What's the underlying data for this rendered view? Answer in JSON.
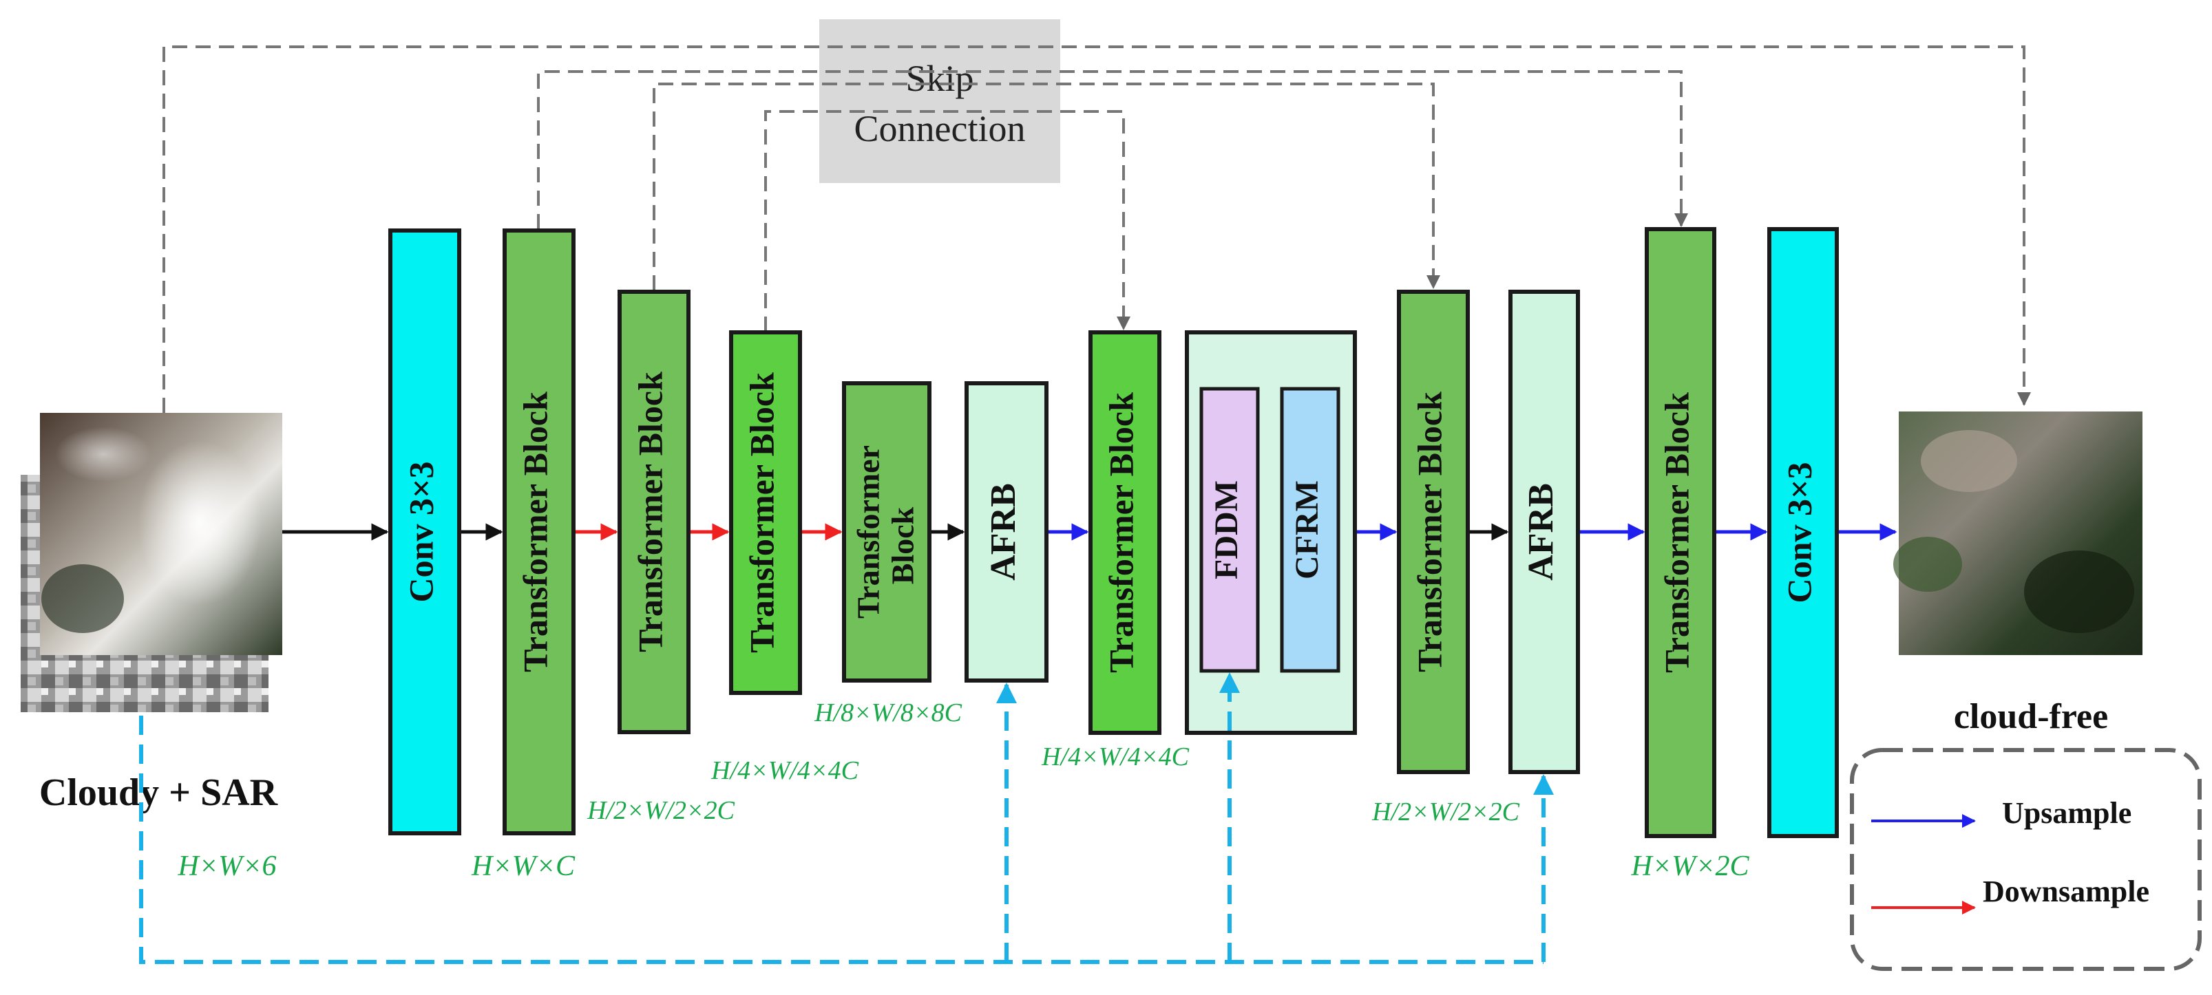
{
  "skip": {
    "line1": "Skip",
    "line2": "Connection"
  },
  "blocks": {
    "conv_in": "Conv 3×3",
    "tb1": "Transformer Block",
    "tb2": "Transformer Block",
    "tb3": "Transformer Block",
    "tb4_line1": "Transformer",
    "tb4_line2": "Block",
    "afrb1": "AFRB",
    "tb5": "Transformer Block",
    "fddm": "FDDM",
    "cfrm": "CFRM",
    "tb6": "Transformer Block",
    "afrb2": "AFRB",
    "tb7": "Transformer Block",
    "conv_out": "Conv 3×3"
  },
  "labels": {
    "input": "Cloudy + SAR",
    "output": "cloud-free"
  },
  "dims": {
    "input": "H×W×6",
    "tb1": "H×W×C",
    "tb2": "H/2×W/2×2C",
    "tb3": "H/4×W/4×4C",
    "tb4": "H/8×W/8×8C",
    "tb5": "H/4×W/4×4C",
    "tb6": "H/2×W/2×2C",
    "tb7": "H×W×2C"
  },
  "legend": {
    "upsample": "Upsample",
    "downsample": "Downsample"
  },
  "colors": {
    "conv": "#00f2f2",
    "transformer": "#72c05a",
    "transformer_bright": "#5cd042",
    "afrb": "#cff5e0",
    "fddm": "#e2c8f2",
    "cfrm": "#a6daf8",
    "group_bg": "#d6f5e4",
    "upsample_arrow": "#2020ee",
    "downsample_arrow": "#ee2020",
    "skip_line": "#777777",
    "feature_line": "#1ab0e8",
    "dim_text": "#1aa84a"
  }
}
